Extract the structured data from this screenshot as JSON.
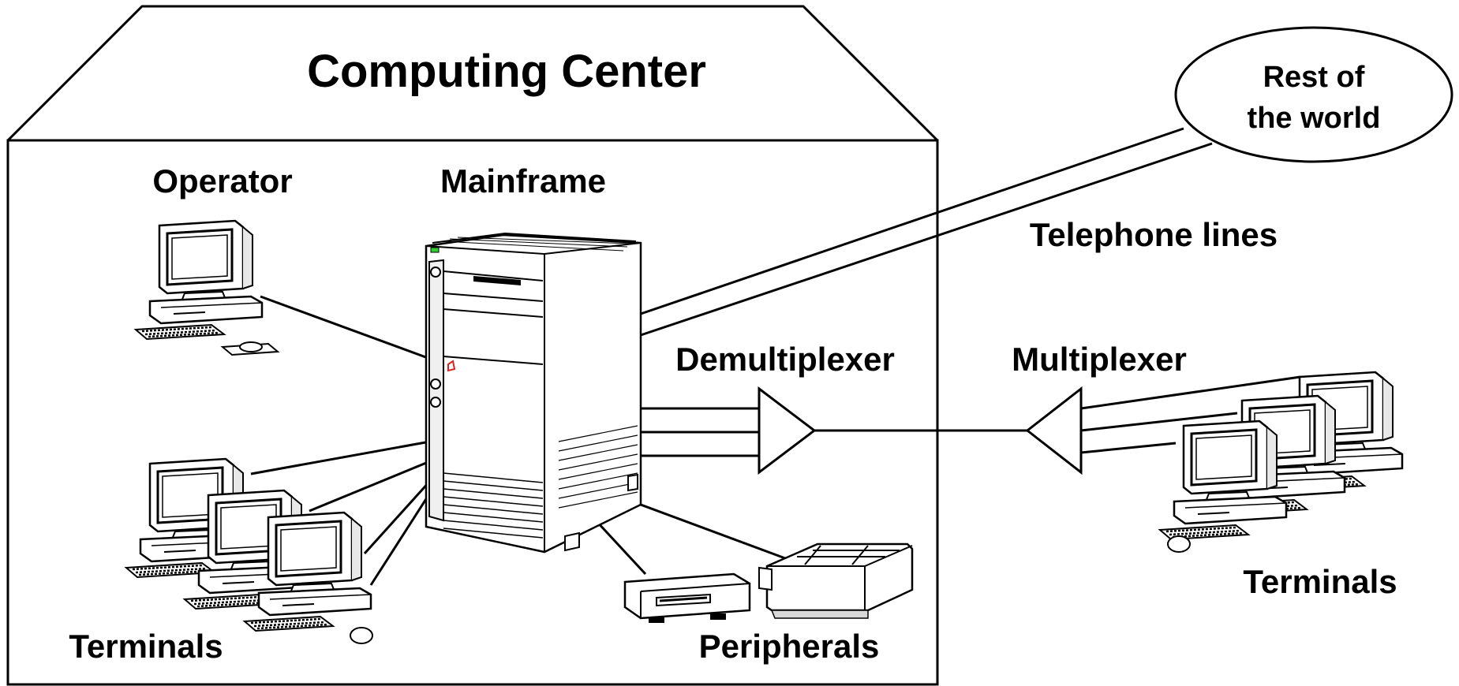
{
  "building": {
    "title": "Computing Center"
  },
  "labels": {
    "operator": "Operator",
    "mainframe": "Mainframe",
    "demultiplexer": "Demultiplexer",
    "multiplexer": "Multiplexer",
    "telephone_lines": "Telephone lines",
    "terminals_inside": "Terminals",
    "terminals_outside": "Terminals",
    "peripherals": "Peripherals"
  },
  "cloud": {
    "line1": "Rest of",
    "line2": "the world"
  },
  "colors": {
    "stroke": "#000000",
    "background": "#ffffff",
    "indicator_green": "#33cc33",
    "indicator_red": "#dd2222"
  }
}
